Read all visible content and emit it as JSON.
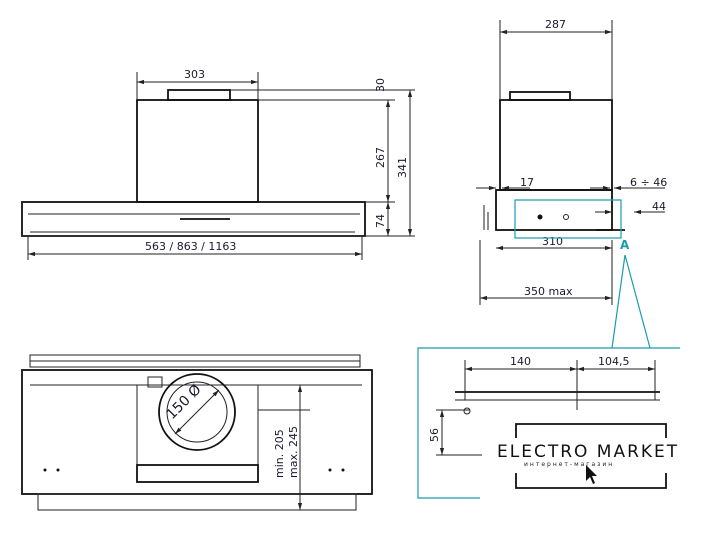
{
  "front_view": {
    "width_top": "303",
    "top_offset": "30",
    "chimney_height": "267",
    "total_height": "341",
    "body_height": "74",
    "widths": "563 / 863 / 1163"
  },
  "side_view": {
    "depth_top": "287",
    "left_offset": "17",
    "right_range": "6 ÷ 46",
    "edge_offset": "44",
    "bottom_depth": "310",
    "max_depth": "350 max",
    "detail_label": "A"
  },
  "detail_view": {
    "dim_left": "140",
    "dim_right": "104,5",
    "height": "56"
  },
  "bottom_view": {
    "duct_diameter": "150 Ø",
    "min_dim": "min. 205",
    "max_dim": "max. 245"
  },
  "watermark": {
    "title": "ELECTRO MARKET",
    "subtitle": "интернет-магазин"
  },
  "colors": {
    "accent": "#1c9bb0",
    "line": "#222222"
  }
}
